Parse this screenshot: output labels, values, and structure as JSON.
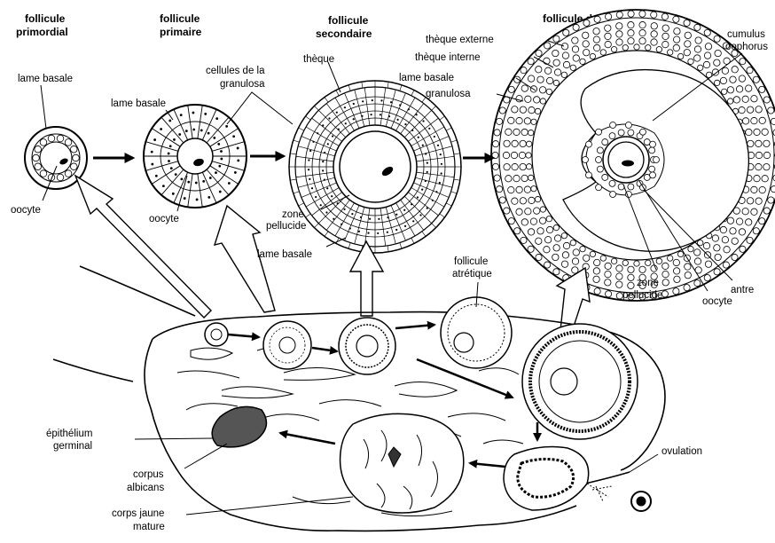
{
  "titles": {
    "primordial_1": "follicule",
    "primordial_2": "primordial",
    "primaire_1": "follicule",
    "primaire_2": "primaire",
    "secondaire_1": "follicule",
    "secondaire_2": "secondaire",
    "degraaf": "follicule de De Graaf"
  },
  "labels": {
    "lame_basale_1": "lame basale",
    "oocyte_1": "oocyte",
    "lame_basale_2": "lame basale",
    "oocyte_2": "oocyte",
    "cellules_granulosa_1": "cellules de la",
    "cellules_granulosa_2": "granulosa",
    "theque": "thèque",
    "zone_pellucide_sec_1": "zone",
    "zone_pellucide_sec_2": "pellucide",
    "lame_basale_sec": "lame basale",
    "theque_externe": "thèque externe",
    "theque_interne": "thèque interne",
    "lame_basale_dg": "lame basale",
    "granulosa_dg": "granulosa",
    "cumulus_1": "cumulus",
    "cumulus_2": "oophorus",
    "zone_pellucide_dg_1": "zone",
    "zone_pellucide_dg_2": "pellucide",
    "oocyte_dg": "oocyte",
    "antre": "antre",
    "follicule_atretique_1": "follicule",
    "follicule_atretique_2": "atrétique",
    "epithelium_1": "épithélium",
    "epithelium_2": "germinal",
    "corpus_albicans_1": "corpus",
    "corpus_albicans_2": "albicans",
    "corps_jaune_1": "corps jaune",
    "corps_jaune_2": "mature",
    "ovulation": "ovulation"
  }
}
